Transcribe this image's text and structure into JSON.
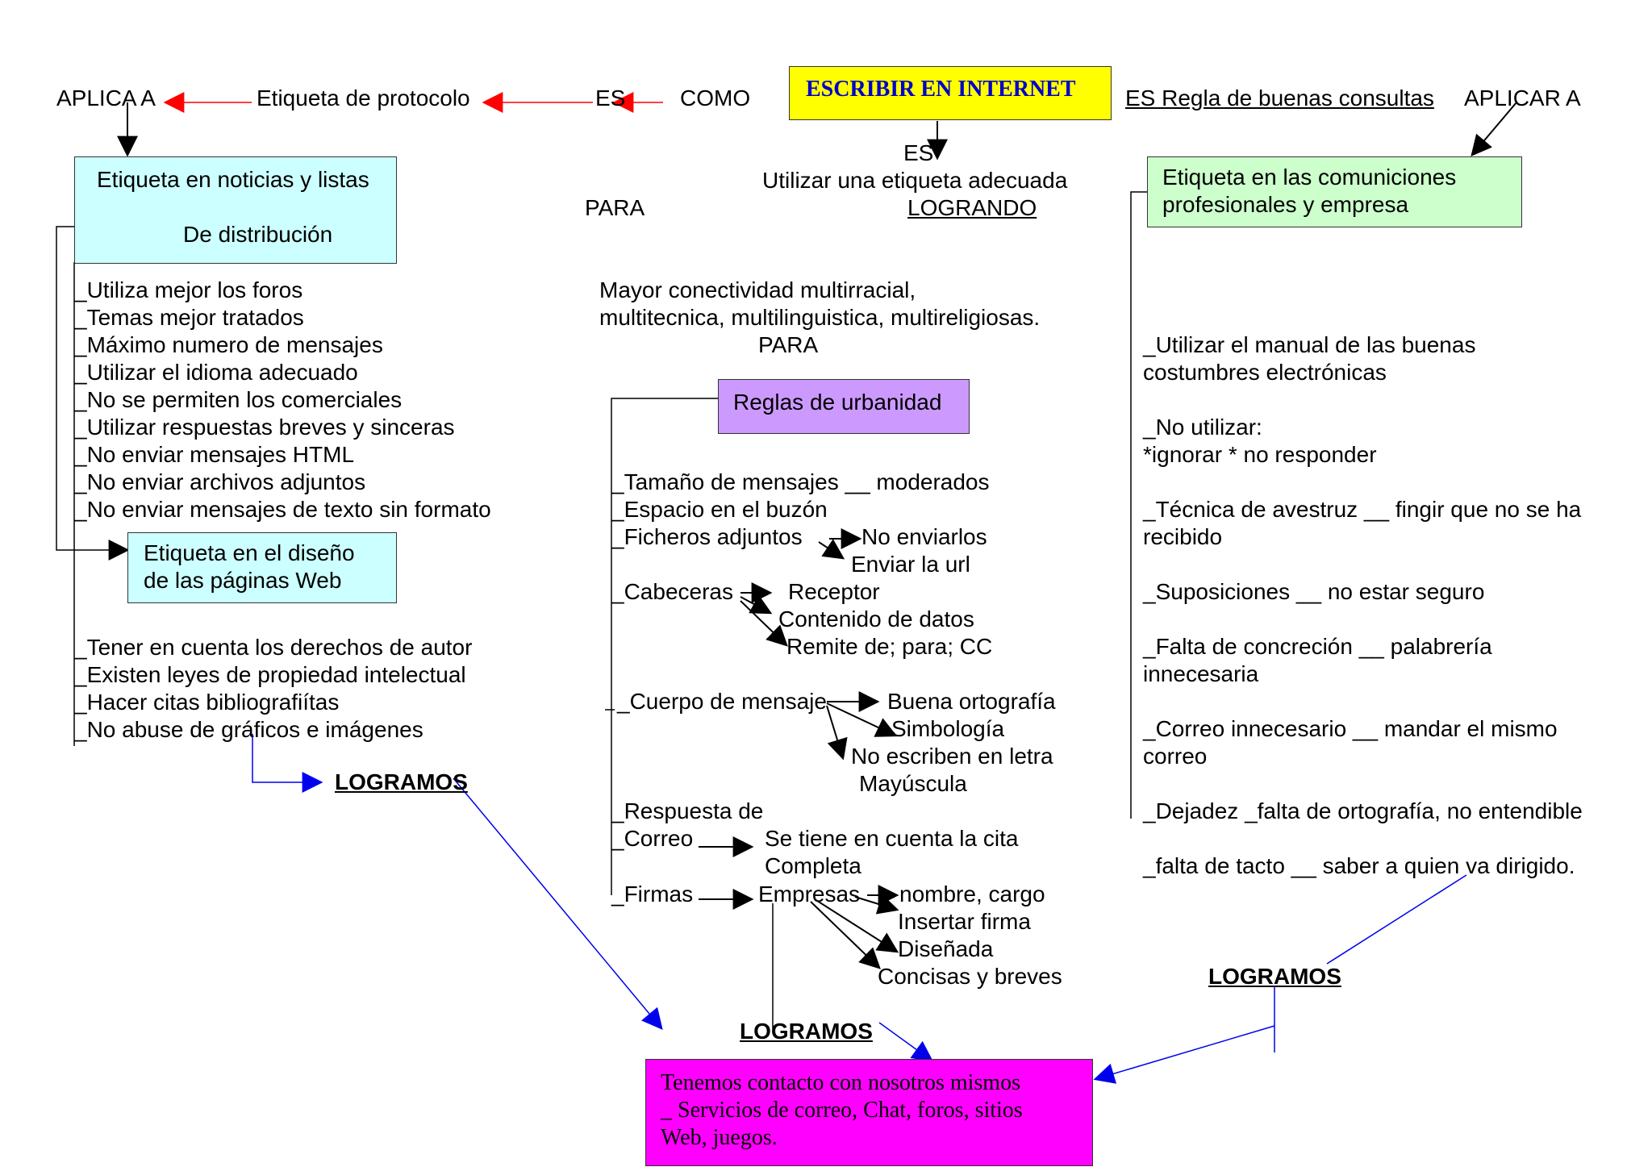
{
  "top": {
    "aplica_a": "APLICA A",
    "etiqueta_protocolo": "Etiqueta de protocolo",
    "es": "ES",
    "como": "COMO",
    "title": "ESCRIBIR EN INTERNET",
    "es_regla": "ES Regla de buenas consultas",
    "aplicar_a": "APLICAR A",
    "es_center": "ES",
    "utilizar": "Utilizar una etiqueta adecuada",
    "para_left": "PARA",
    "logrando": "LOGRANDO"
  },
  "left": {
    "box1_line1": "Etiqueta en noticias y listas",
    "box1_line2": "De distribución",
    "list1": [
      "_Utiliza mejor los foros",
      "_Temas mejor tratados",
      "_Máximo numero de mensajes",
      "_Utilizar el idioma adecuado",
      "_No se permiten los comerciales",
      "_Utilizar respuestas breves y sinceras",
      "_No enviar mensajes HTML",
      "_No enviar archivos adjuntos",
      "_No enviar mensajes de texto sin formato"
    ],
    "box2_line1": "Etiqueta en el diseño",
    "box2_line2": "de las páginas Web",
    "list2": [
      "_Tener en cuenta los derechos de autor",
      "_Existen leyes de propiedad intelectual",
      "_Hacer citas bibliografiítas",
      "_No abuse de gráficos e imágenes"
    ],
    "logramos": "LOGRAMOS"
  },
  "center": {
    "mayor_line1": "Mayor conectividad multirracial,",
    "mayor_line2": "multitecnica, multilinguistica, multireligiosas.",
    "para": "PARA",
    "box": "Reglas de urbanidad",
    "tamano": "_Tamaño de mensajes __ moderados",
    "espacio": "_Espacio en el buzón",
    "ficheros": "_Ficheros adjuntos",
    "no_enviarlos": "No enviarlos",
    "enviar_url": "Enviar la url",
    "cabeceras": "_Cabeceras",
    "receptor": "Receptor",
    "contenido": "Contenido de datos",
    "remite": "Remite de; para; CC",
    "cuerpo": "_Cuerpo de mensaje",
    "ortografia": "Buena ortografía",
    "simbologia": "Simbología",
    "no_escriben1": "No escriben en letra",
    "no_escriben2": "Mayúscula",
    "respuesta1": "_Respuesta de",
    "respuesta2": "_Correo",
    "cita1": "Se tiene en cuenta la cita",
    "cita2": "Completa",
    "firmas": "_Firmas",
    "empresas": "Empresas",
    "nombre": "nombre, cargo",
    "insertar": "Insertar firma",
    "disenada": "Diseñada",
    "concisas": "Concisas y breves",
    "logramos": "LOGRAMOS"
  },
  "right": {
    "box_line1": "Etiqueta en las comuniciones",
    "box_line2": "profesionales y empresa",
    "items": [
      "_Utilizar el manual de las buenas",
      "costumbres electrónicas",
      "_No utilizar:",
      "*ignorar * no responder",
      "_Técnica de avestruz __ fingir que no se ha",
      "recibido",
      "_Suposiciones  __ no estar seguro",
      "_Falta de concreción __ palabrería",
      "innecesaria",
      "_Correo innecesario __ mandar el mismo",
      "correo",
      "_Dejadez _falta de ortografía, no entendible",
      "_falta de tacto __ saber a quien va dirigido."
    ],
    "logramos": "LOGRAMOS"
  },
  "bottom": {
    "line1": "Tenemos contacto con nosotros mismos",
    "line2": "_ Servicios de correo, Chat, foros, sitios",
    "line3": "Web, juegos."
  },
  "colors": {
    "title_bg": "#ffff00",
    "title_fg": "#0000cc",
    "cyan_box": "#ccffff",
    "green_box": "#ccffcc",
    "purple_box": "#cc99ff",
    "magenta_box": "#ff00ff",
    "red_arrow": "#ff0000",
    "blue_arrow": "#0000ee"
  }
}
